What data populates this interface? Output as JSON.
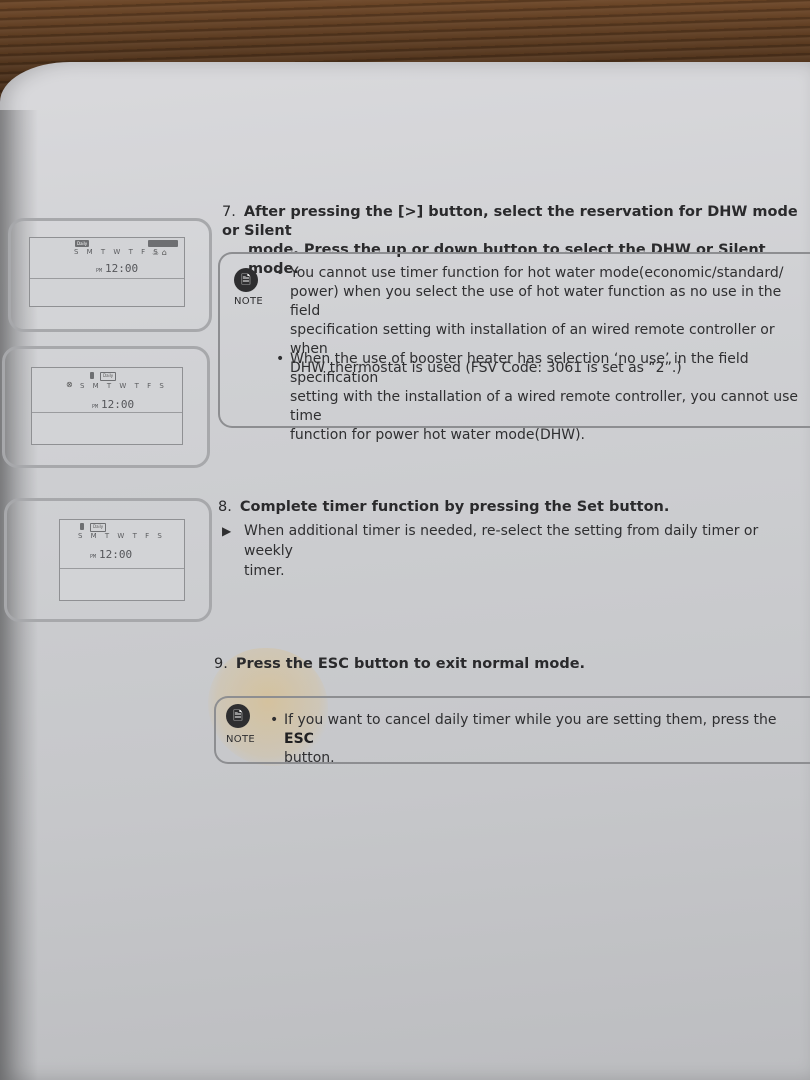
{
  "step7": {
    "number": "7.",
    "line1": "After pressing the [>] button, select the reservation for DHW mode or Silent",
    "line2": "mode. Press the up or down button to select the DHW or Silent mode."
  },
  "note1": {
    "label": "NOTE",
    "bullet1": [
      "You cannot use timer function for hot water mode(economic/standard/",
      "power) when you select the use of hot water function as no use in the field",
      "specification setting with installation of an wired remote controller or when",
      "DHW thermostat is used (FSV Code: 3061 is set as “2”.)"
    ],
    "bullet2": [
      "When the use of booster heater has selection ‘no use’ in the field specification",
      "setting with the installation of a wired remote controller, you cannot use time",
      "function for power hot water mode(DHW)."
    ]
  },
  "step8": {
    "number": "8.",
    "text": "Complete timer function by pressing the Set button.",
    "sub1": "When additional timer is needed, re-select the setting from daily timer or weekly",
    "sub2": "timer."
  },
  "step9": {
    "number": "9.",
    "text_pre": "Press the ",
    "text_key": "ESC",
    "text_post": " button to exit normal mode."
  },
  "note2": {
    "label": "NOTE",
    "line1_pre": "If you want to cancel daily timer while you are setting them, press the ",
    "line1_key": "ESC",
    "line2": "button."
  },
  "lcd": {
    "days": "S M T W T F S",
    "pm": "PM",
    "time": "12:00",
    "badge_daily": "Daily"
  }
}
